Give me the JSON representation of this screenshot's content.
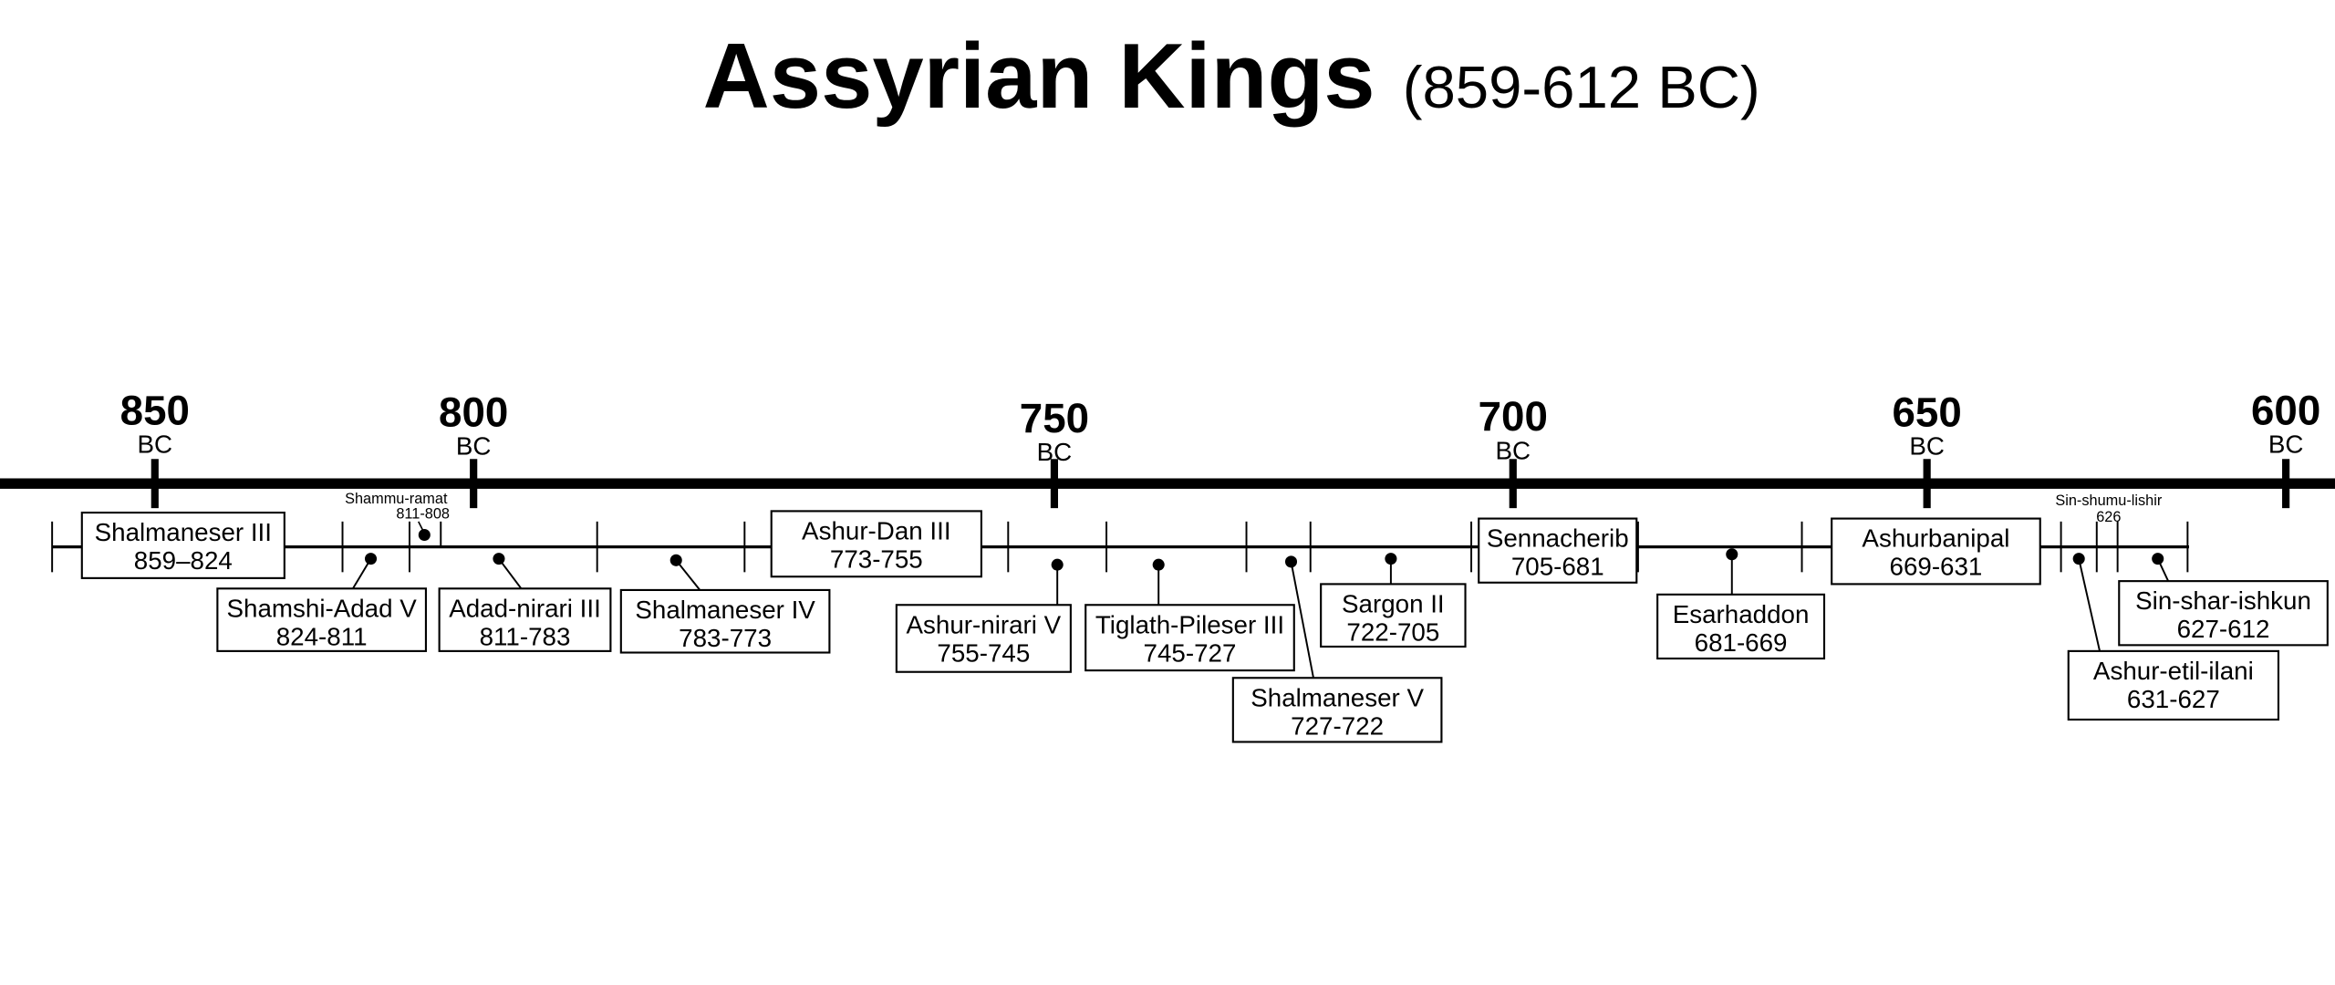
{
  "title": {
    "main": "Assyrian Kings",
    "range": "(859-612 BC)"
  },
  "axis": {
    "era_label": "BC",
    "years": [
      "850",
      "800",
      "750",
      "700",
      "650",
      "600"
    ]
  },
  "kings": [
    {
      "name": "Shalmaneser III",
      "reign": "859–824"
    },
    {
      "name": "Shamshi-Adad V",
      "reign": "824-811"
    },
    {
      "name": "Adad-nirari III",
      "reign": "811-783"
    },
    {
      "name": "Shalmaneser IV",
      "reign": "783-773"
    },
    {
      "name": "Ashur-Dan III",
      "reign": "773-755"
    },
    {
      "name": "Ashur-nirari V",
      "reign": "755-745"
    },
    {
      "name": "Tiglath-Pileser III",
      "reign": "745-727"
    },
    {
      "name": "Shalmaneser V",
      "reign": "727-722"
    },
    {
      "name": "Sargon II",
      "reign": "722-705"
    },
    {
      "name": "Sennacherib",
      "reign": "705-681"
    },
    {
      "name": "Esarhaddon",
      "reign": "681-669"
    },
    {
      "name": "Ashurbanipal",
      "reign": "669-631"
    },
    {
      "name": "Ashur-etil-ilani",
      "reign": "631-627"
    },
    {
      "name": "Sin-shar-ishkun",
      "reign": "627-612"
    }
  ],
  "minor_rulers": [
    {
      "name": "Shammu-ramat",
      "reign": "811-808"
    },
    {
      "name": "Sin-shumu-lishir",
      "reign": "626"
    }
  ]
}
